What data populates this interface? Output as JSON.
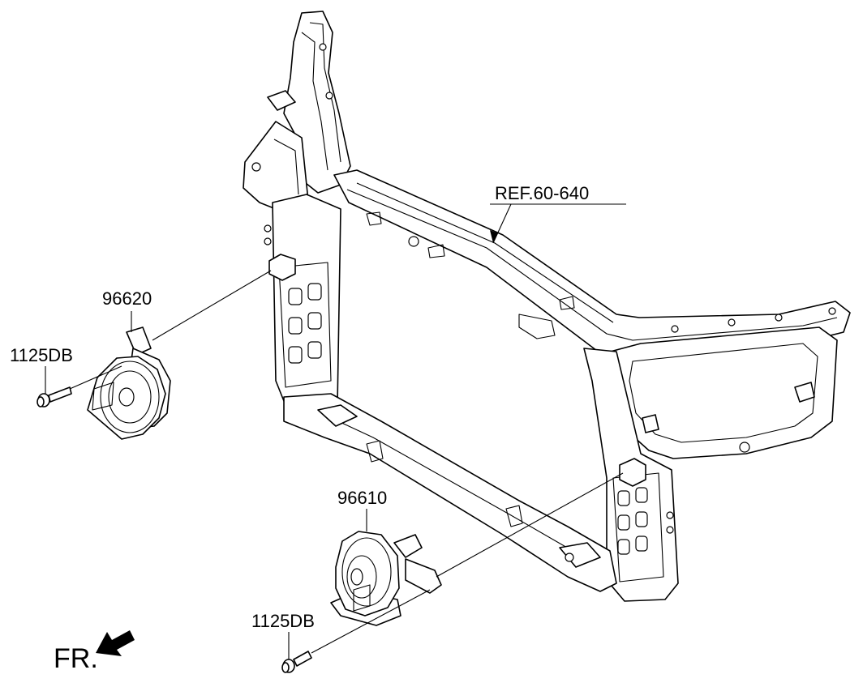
{
  "labels": {
    "ref": "REF.60-640",
    "horn_upper": "96620",
    "horn_lower": "96610",
    "bolt_upper": "1125DB",
    "bolt_lower": "1125DB",
    "direction": "FR."
  },
  "icons": {
    "direction_arrow": "fr-arrow-icon"
  }
}
